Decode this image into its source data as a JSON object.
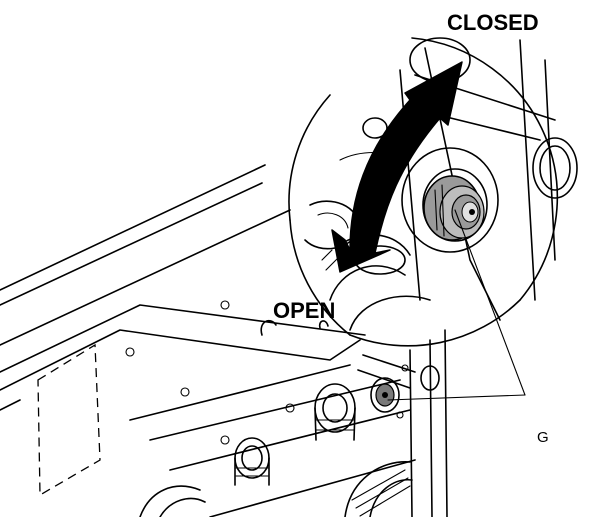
{
  "labels": {
    "closed": "CLOSED",
    "open": "OPEN",
    "callout": "G"
  },
  "colors": {
    "line": "#000000",
    "knob_fill": "#9a9a9a",
    "knob_dark": "#7a7a7a",
    "background": "#ffffff"
  },
  "icons": {
    "direction": "double-headed-curved-arrow"
  }
}
